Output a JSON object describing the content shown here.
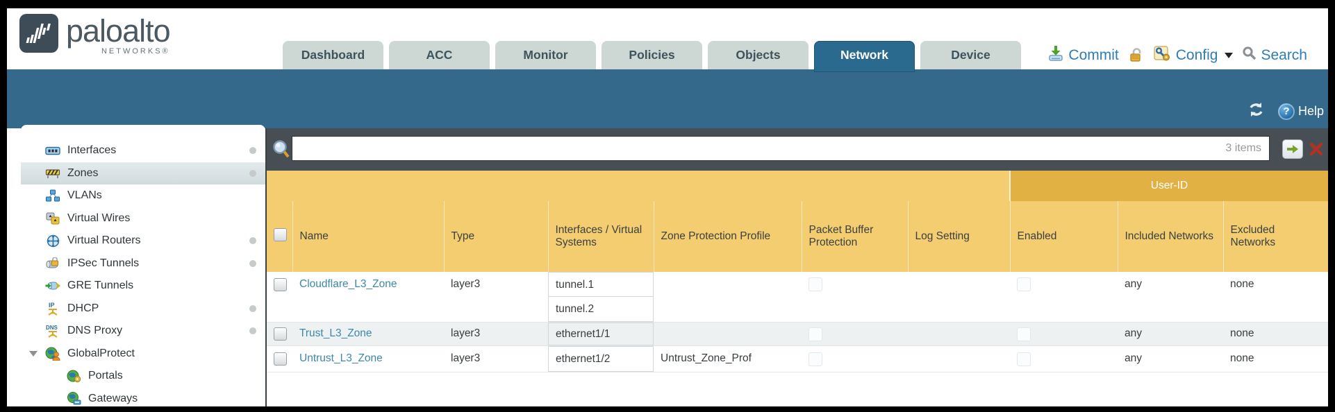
{
  "brand": {
    "logo_text": "paloalto",
    "logo_sub": "NETWORKS®"
  },
  "nav": {
    "tabs": [
      {
        "label": "Dashboard",
        "active": false
      },
      {
        "label": "ACC",
        "active": false
      },
      {
        "label": "Monitor",
        "active": false
      },
      {
        "label": "Policies",
        "active": false
      },
      {
        "label": "Objects",
        "active": false
      },
      {
        "label": "Network",
        "active": true
      },
      {
        "label": "Device",
        "active": false
      }
    ],
    "utilities": {
      "commit_label": "Commit",
      "config_label": "Config",
      "search_label": "Search"
    }
  },
  "band": {
    "help_label": "Help"
  },
  "sidebar": {
    "items": [
      {
        "label": "Interfaces",
        "selected": false,
        "has_dot": true
      },
      {
        "label": "Zones",
        "selected": true,
        "has_dot": true
      },
      {
        "label": "VLANs",
        "selected": false,
        "has_dot": false
      },
      {
        "label": "Virtual Wires",
        "selected": false,
        "has_dot": false
      },
      {
        "label": "Virtual Routers",
        "selected": false,
        "has_dot": true
      },
      {
        "label": "IPSec Tunnels",
        "selected": false,
        "has_dot": true
      },
      {
        "label": "GRE Tunnels",
        "selected": false,
        "has_dot": false
      },
      {
        "label": "DHCP",
        "selected": false,
        "has_dot": true
      },
      {
        "label": "DNS Proxy",
        "selected": false,
        "has_dot": true
      },
      {
        "label": "GlobalProtect",
        "selected": false,
        "has_dot": false,
        "expanded": true
      },
      {
        "label": "Portals",
        "selected": false,
        "has_dot": false,
        "child": true
      },
      {
        "label": "Gateways",
        "selected": false,
        "has_dot": false,
        "child": true
      }
    ]
  },
  "toolbar": {
    "search_value": "",
    "items_count": "3 items"
  },
  "table": {
    "group_header": "User-ID",
    "columns": [
      "Name",
      "Type",
      "Interfaces / Virtual Systems",
      "Zone Protection Profile",
      "Packet Buffer Protection",
      "Log Setting",
      "Enabled",
      "Included Networks",
      "Excluded Networks"
    ],
    "rows": [
      {
        "name": "Cloudflare_L3_Zone",
        "type": "layer3",
        "interfaces": [
          "tunnel.1",
          "tunnel.2"
        ],
        "zone_protection_profile": "",
        "packet_buffer_protection": false,
        "log_setting": "",
        "user_id_enabled": false,
        "included_networks": "any",
        "excluded_networks": "none"
      },
      {
        "name": "Trust_L3_Zone",
        "type": "layer3",
        "interfaces": [
          "ethernet1/1"
        ],
        "zone_protection_profile": "",
        "packet_buffer_protection": false,
        "log_setting": "",
        "user_id_enabled": false,
        "included_networks": "any",
        "excluded_networks": "none"
      },
      {
        "name": "Untrust_L3_Zone",
        "type": "layer3",
        "interfaces": [
          "ethernet1/2"
        ],
        "zone_protection_profile": "Untrust_Zone_Prof",
        "packet_buffer_protection": false,
        "log_setting": "",
        "user_id_enabled": false,
        "included_networks": "any",
        "excluded_networks": "none"
      }
    ]
  },
  "icons": {
    "help": "?",
    "caret_down": "▼"
  },
  "colors": {
    "teal_band": "#35698c",
    "active_tab": "#2a6a8f",
    "inactive_tab": "#cdd7d3",
    "toolbar_charcoal": "#484f54",
    "header_yellow": "#f3cd6f",
    "user_id_gold": "#e2b144",
    "link_blue": "#3d87aa",
    "utility_blue": "#2e7cb8",
    "selected_row": "#d1dbde"
  }
}
